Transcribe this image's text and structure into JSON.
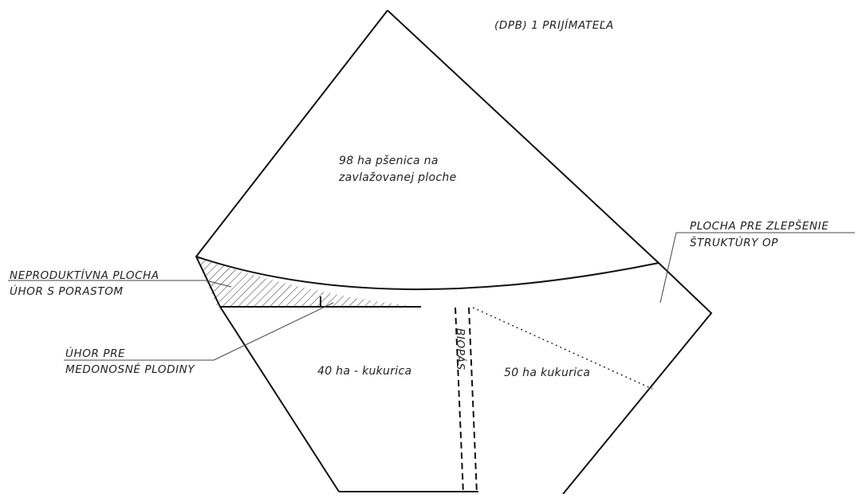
{
  "diagram": {
    "header": "(DPB) 1 PRIJÍMATEĽA",
    "area_wheat": [
      "98 ha pšenica na",
      "zavlažovanej ploche"
    ],
    "label_soil_improvement": [
      "PLOCHA PRE ZLEPŠENIE",
      "ŠTRUKTÚRY OP"
    ],
    "label_unproductive": [
      "NEPRODUKTÍVNA PLOCHA",
      "ÚHOR S PORASTOM"
    ],
    "label_fallow_honey": [
      "ÚHOR PRE",
      "MEDONOSNÉ PLODINY"
    ],
    "area_maize_40": "40 ha - kukurica",
    "area_maize_50": "50 ha kukurica",
    "label_biostrip": "BIOPÁS"
  },
  "colors": {
    "line": "#111111",
    "text": "#222222",
    "hatch": "#333333"
  }
}
